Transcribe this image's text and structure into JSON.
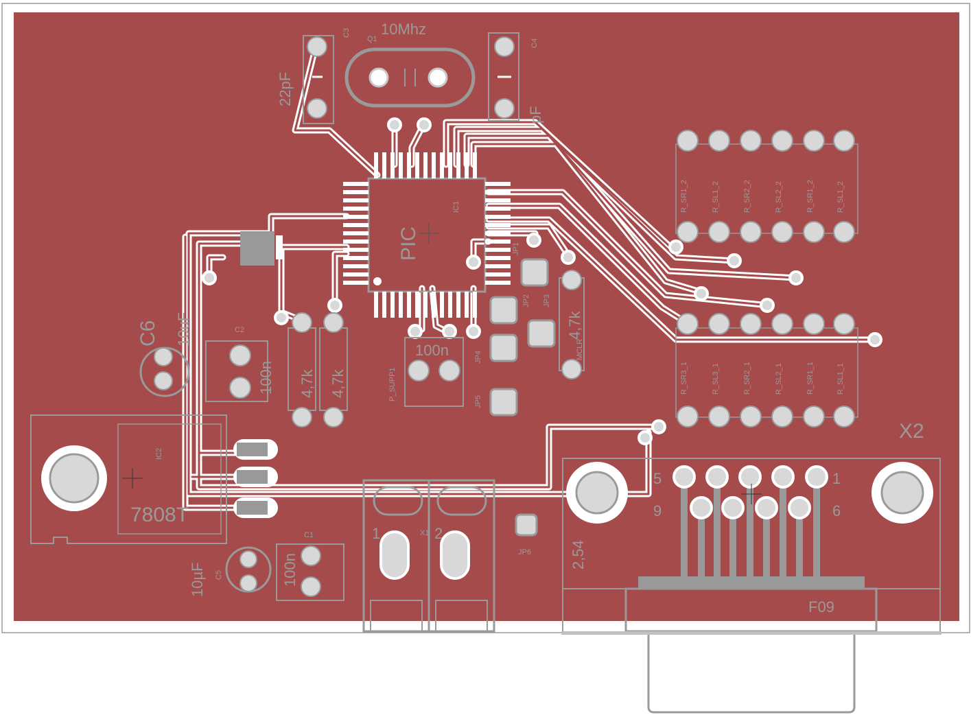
{
  "board": {
    "colors": {
      "copper": "#a54b4c",
      "silk": "#9a9a9a",
      "pad": "#c8c8c8",
      "outline": "#c0c0c0",
      "trace_gap": "#ffffff"
    }
  },
  "labels": {
    "crystal_freq": "10Mhz",
    "crystal_name": "Q1",
    "c3_name": "C3",
    "c3_value": "22pF",
    "c4_name": "C4",
    "c4_value": "pF",
    "ic1_name": "IC1",
    "ic1_text": "PIC",
    "c6_name": "C6",
    "c6_value": "10uF",
    "c6_minus": "-",
    "c6_plus": "+",
    "c2_name": "C2",
    "c2_value": "100n",
    "r_left_value": "4,7k",
    "r_left_value2": "4,7k",
    "p_supp": "P_SUPP1",
    "c_mid_value": "100n",
    "jp1": "JP1",
    "jp2": "JP2",
    "jp3": "JP3",
    "jp4": "JP4",
    "jp5": "JP5",
    "jp6": "JP6",
    "mclr_value": "4,7k",
    "mclr_name": "MCLR",
    "ic2_name": "IC2",
    "ic2_value": "7808T",
    "c5_name": "C5",
    "c5_value": "10µF",
    "c1_name": "C1",
    "c1_value": "100n",
    "x1_name": "X1",
    "x1_pin1": "1",
    "x1_pin2": "2",
    "x2_name": "X2",
    "x2_pin5": "5",
    "x2_pin1": "1",
    "x2_pin9": "9",
    "x2_pin6": "6",
    "x2_pitch": "2,54",
    "x2_type": "F09",
    "r_top": [
      "R_SR1_2",
      "R_SL1_2",
      "R_SR2_2",
      "R_SL2_2",
      "R_SR1_2",
      "R_SL1_2"
    ],
    "r_bot": [
      "R_SR3_1",
      "R_SL3_1",
      "R_SR2_1",
      "R_SL2_1",
      "R_SR1_1",
      "R_SL1_1"
    ]
  }
}
